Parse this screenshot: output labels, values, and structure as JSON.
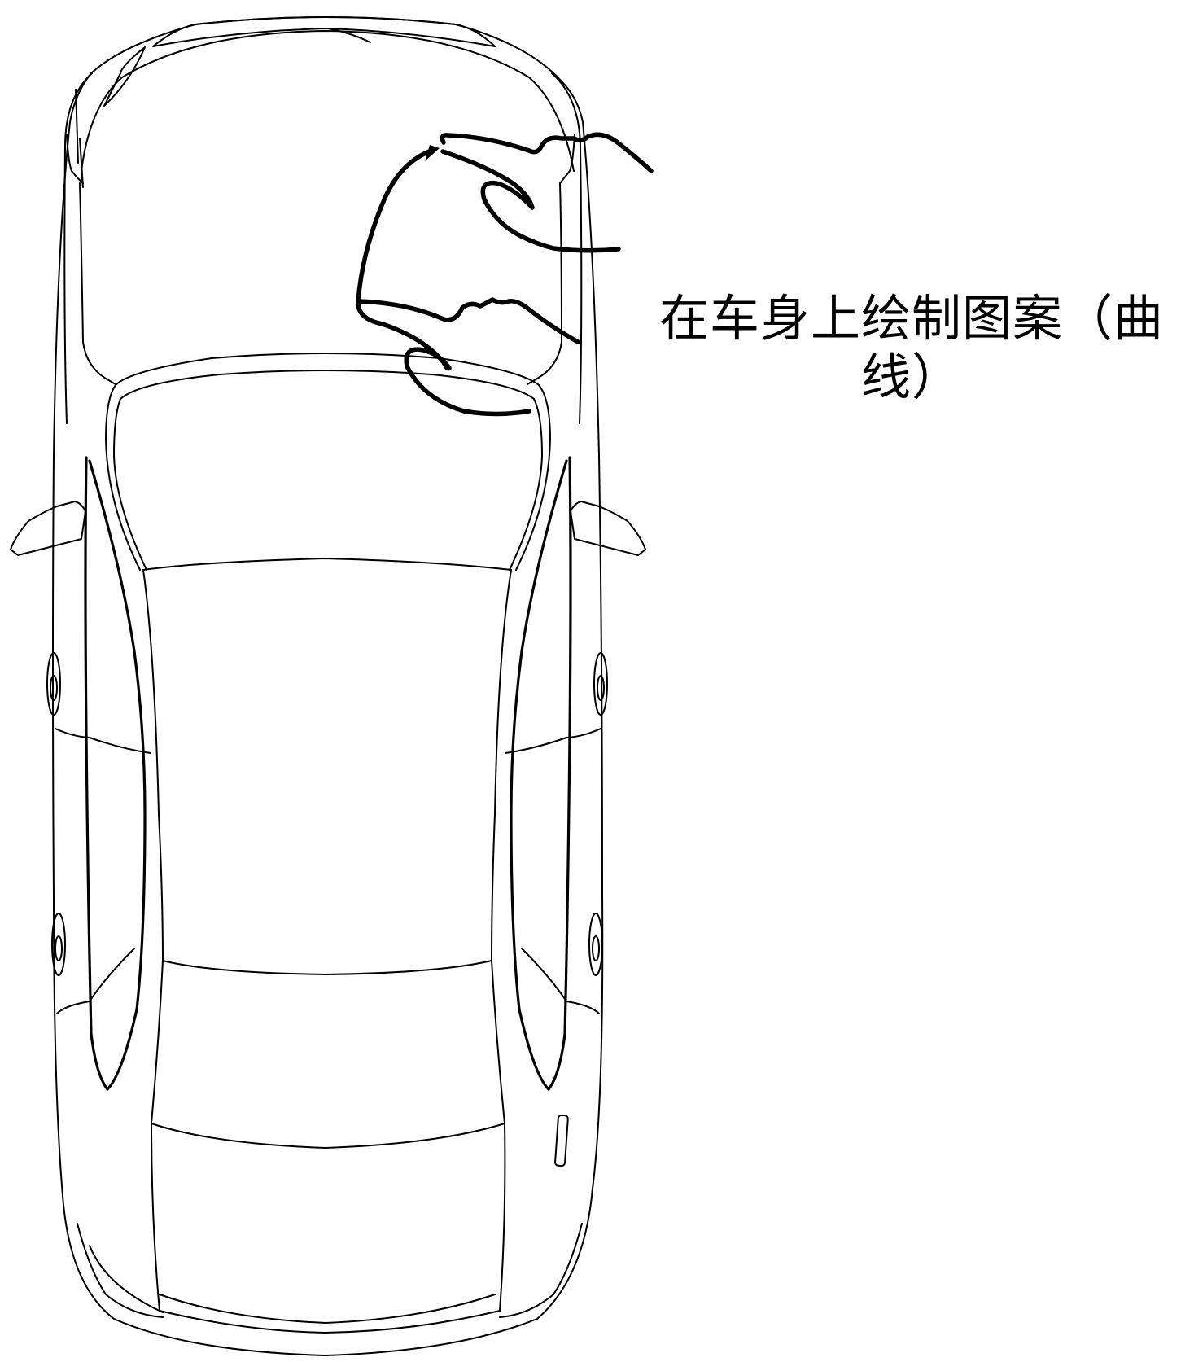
{
  "figure": {
    "subject": "car-top-view-line-drawing",
    "annotation": {
      "caption": "在车身上绘制图案（曲线）",
      "caption_line1": "在车身上绘制图案（曲",
      "caption_line2": "线）"
    },
    "drawn_pattern": {
      "type": "curve",
      "location": "front hood, right side",
      "has_arrowhead": true
    },
    "colors": {
      "background": "#ffffff",
      "line": "#000000"
    }
  }
}
